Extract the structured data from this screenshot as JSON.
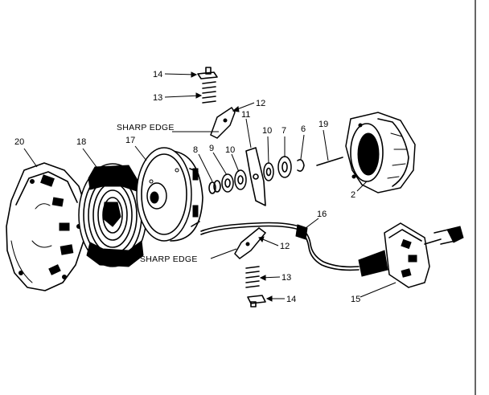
{
  "diagram": {
    "parts": [
      {
        "id": "p20",
        "number": "20"
      },
      {
        "id": "p18",
        "number": "18"
      },
      {
        "id": "p17",
        "number": "17"
      },
      {
        "id": "p14a",
        "number": "14"
      },
      {
        "id": "p13a",
        "number": "13"
      },
      {
        "id": "p12a",
        "number": "12"
      },
      {
        "id": "p11",
        "number": "11"
      },
      {
        "id": "p8",
        "number": "8"
      },
      {
        "id": "p9",
        "number": "9"
      },
      {
        "id": "p10a",
        "number": "10"
      },
      {
        "id": "p10b",
        "number": "10"
      },
      {
        "id": "p7",
        "number": "7"
      },
      {
        "id": "p6",
        "number": "6"
      },
      {
        "id": "p19",
        "number": "19"
      },
      {
        "id": "p2",
        "number": "2"
      },
      {
        "id": "p16",
        "number": "16"
      },
      {
        "id": "p12b",
        "number": "12"
      },
      {
        "id": "p13b",
        "number": "13"
      },
      {
        "id": "p14b",
        "number": "14"
      },
      {
        "id": "p15",
        "number": "15"
      }
    ],
    "annotations": {
      "sharp_edge_top": "SHARP EDGE",
      "sharp_edge_bottom": "SHARP EDGE"
    }
  }
}
